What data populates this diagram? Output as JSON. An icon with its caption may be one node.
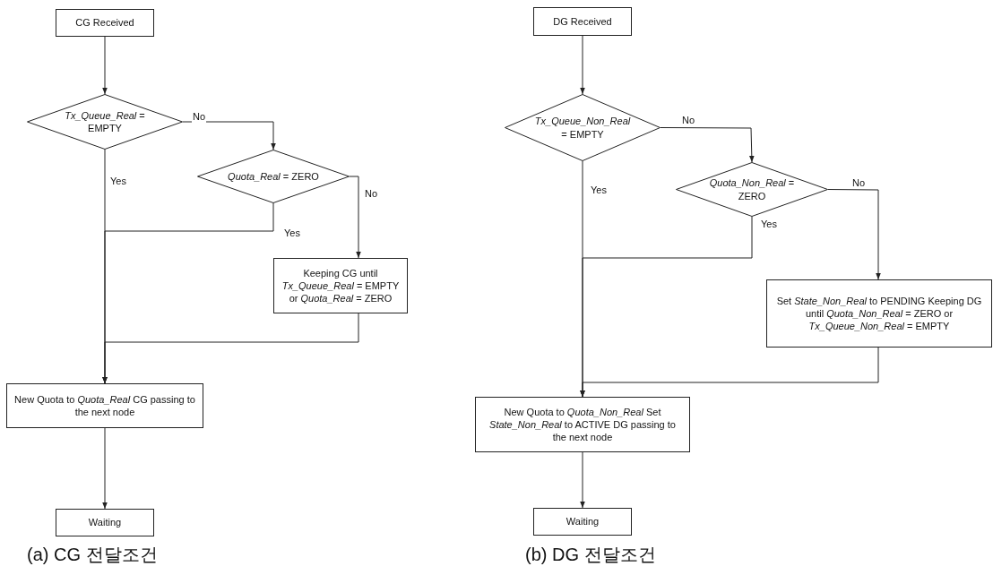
{
  "diagram": {
    "nodes": [
      {
        "text": [
          "CG Received"
        ]
      },
      {
        "text": [
          "*Tx_Queue_Real* = EMPTY"
        ]
      },
      {
        "text": [
          "*Quota_Real* = ZERO"
        ]
      },
      {
        "text": [
          "Keeping CG until *Tx_Queue_Real* = EMPTY or *Quota_Real* = ZERO"
        ]
      },
      {
        "text": [
          "New Quota to *Quota_Real* CG passing to the next node"
        ]
      },
      {
        "text": [
          "Waiting"
        ]
      },
      {
        "text": [
          "DG Received"
        ]
      },
      {
        "text": [
          "*Tx_Queue_Non_Real* = EMPTY"
        ]
      },
      {
        "text": [
          "*Quota_Non_Real* = ZERO"
        ]
      },
      {
        "text": [
          "Set *State_Non_Real* to PENDING Keeping DG until *Quota_Non_Real* = ZERO or *Tx_Queue_Non_Real* = EMPTY"
        ]
      },
      {
        "text": [
          "New Quota to *Quota_Non_Real* Set *State_Non_Real* to ACTIVE DG passing to the next node"
        ]
      },
      {
        "text": [
          "Waiting"
        ]
      }
    ],
    "edges": [
      {
        "from": 0,
        "to": 1,
        "arrow": "to"
      },
      {
        "from": 1,
        "to": 2,
        "arrow": "to",
        "label": "No"
      },
      {
        "from": 1,
        "to": 4,
        "arrow": "to",
        "label": "Yes"
      },
      {
        "from": 2,
        "to": 4,
        "arrow": "to",
        "label": "Yes"
      },
      {
        "from": 2,
        "to": 3,
        "arrow": "to",
        "label": "No"
      },
      {
        "from": 3,
        "to": 4,
        "arrow": "to"
      },
      {
        "from": 4,
        "to": 5,
        "arrow": "to"
      },
      {
        "from": 6,
        "to": 7,
        "arrow": "to"
      },
      {
        "from": 7,
        "to": 8,
        "arrow": "to",
        "label": "No"
      },
      {
        "from": 7,
        "to": 10,
        "arrow": "to",
        "label": "Yes"
      },
      {
        "from": 8,
        "to": 10,
        "arrow": "to",
        "label": "Yes"
      },
      {
        "from": 8,
        "to": 9,
        "arrow": "to",
        "label": "No"
      },
      {
        "from": 9,
        "to": 10,
        "arrow": "to"
      },
      {
        "from": 10,
        "to": 11,
        "arrow": "to"
      }
    ],
    "labels": [
      "(a) CG 전달조건",
      "(b) DG 전달조건"
    ]
  }
}
